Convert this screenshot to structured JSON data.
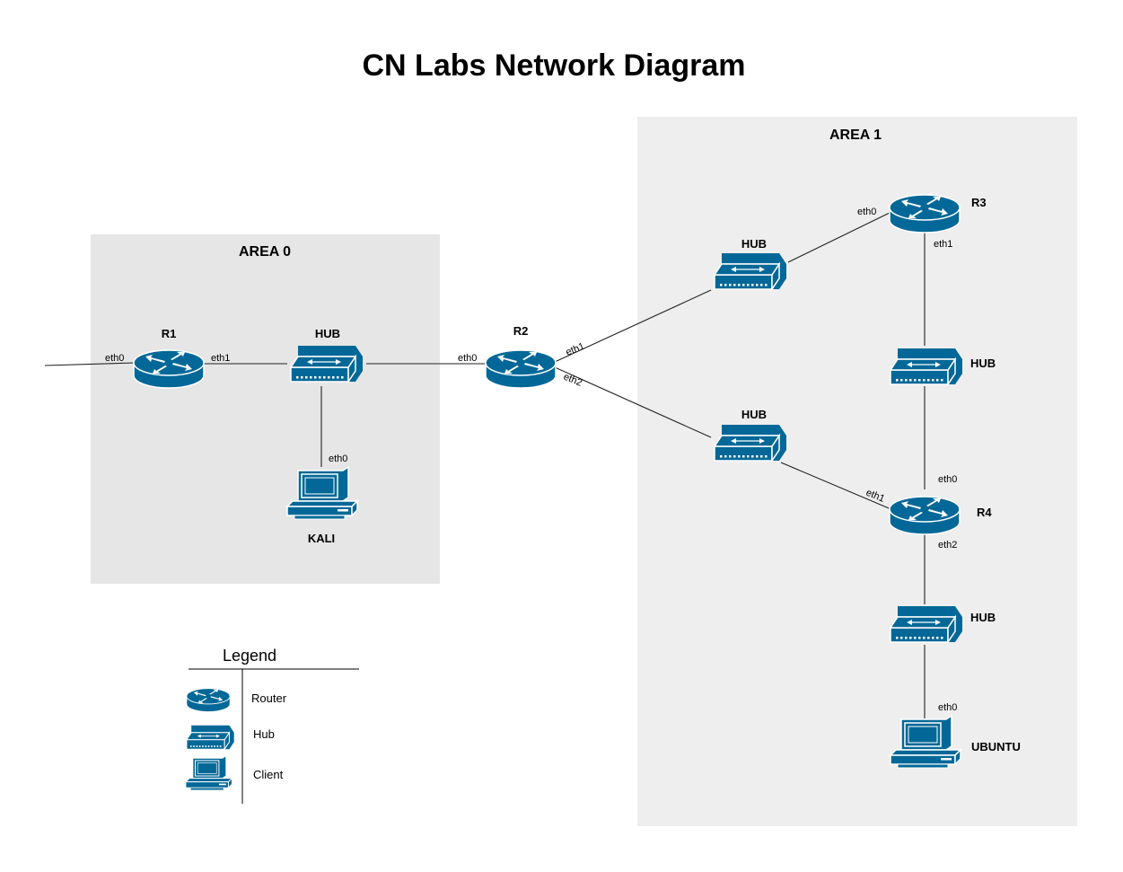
{
  "title": "CN Labs Network Diagram",
  "colors": {
    "device": "#036897",
    "area0_bg": "#e6e6e6",
    "area1_bg": "#eeeeee",
    "link": "#222222"
  },
  "areas": [
    {
      "name": "AREA 0"
    },
    {
      "name": "AREA 1"
    }
  ],
  "nodes": {
    "r1": "R1",
    "r2": "R2",
    "r3": "R3",
    "r4": "R4",
    "hub": "HUB",
    "kali": "KALI",
    "ubuntu": "UBUNTU"
  },
  "ports": {
    "eth0": "eth0",
    "eth1": "eth1",
    "eth2": "eth2"
  },
  "legend": {
    "title": "Legend",
    "items": [
      {
        "label": "Router",
        "icon": "router-icon"
      },
      {
        "label": "Hub",
        "icon": "hub-icon"
      },
      {
        "label": "Client",
        "icon": "client-icon"
      }
    ]
  }
}
